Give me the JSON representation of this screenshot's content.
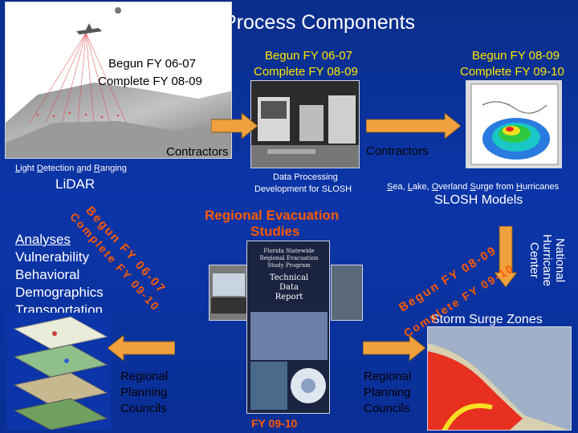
{
  "title": "SRES Process Components",
  "lidar": {
    "begun": "Begun FY 06-07",
    "complete": "Complete FY 08-09",
    "contractors": "Contractors",
    "full_name": "Light Detection and Ranging",
    "name": "LiDAR"
  },
  "data_processing": {
    "begun": "Begun FY 06-07",
    "complete": "Complete FY 08-09",
    "caption_line1": "Data Processing",
    "caption_line2": "Development for SLOSH"
  },
  "slosh": {
    "begun": "Begun FY 08-09",
    "complete": "Complete FY 09-10",
    "contractors": "Contractors",
    "full_name": "Sea, Lake, Overland Surge from Hurricanes",
    "name": "SLOSH Models"
  },
  "nhc": {
    "label_line1": "National",
    "label_line2": "Hurricane",
    "label_line3": "Center"
  },
  "analyses": {
    "items": [
      "Analyses",
      "Vulnerability",
      "Behavioral",
      "Demographics",
      "Transportation"
    ],
    "rot_begun": "Begun FY 06-07",
    "rot_complete": "Complete FY 09-10"
  },
  "evac": {
    "title_line1": "Regional Evacuation",
    "title_line2": "Studies",
    "fy": "FY 09-10"
  },
  "surge": {
    "label": "Storm Surge Zones",
    "rot_begun": "Begun FY 08-09",
    "rot_complete": "Complete FY 09-10"
  },
  "rpc_left": [
    "Regional",
    "Planning",
    "Councils"
  ],
  "rpc_right": [
    "Regional",
    "Planning",
    "Councils"
  ],
  "report": {
    "line1": "Florida Statewide",
    "line2": "Regional Evacuation",
    "line3": "Study Program",
    "line4": "Technical",
    "line5": "Data",
    "line6": "Report"
  }
}
